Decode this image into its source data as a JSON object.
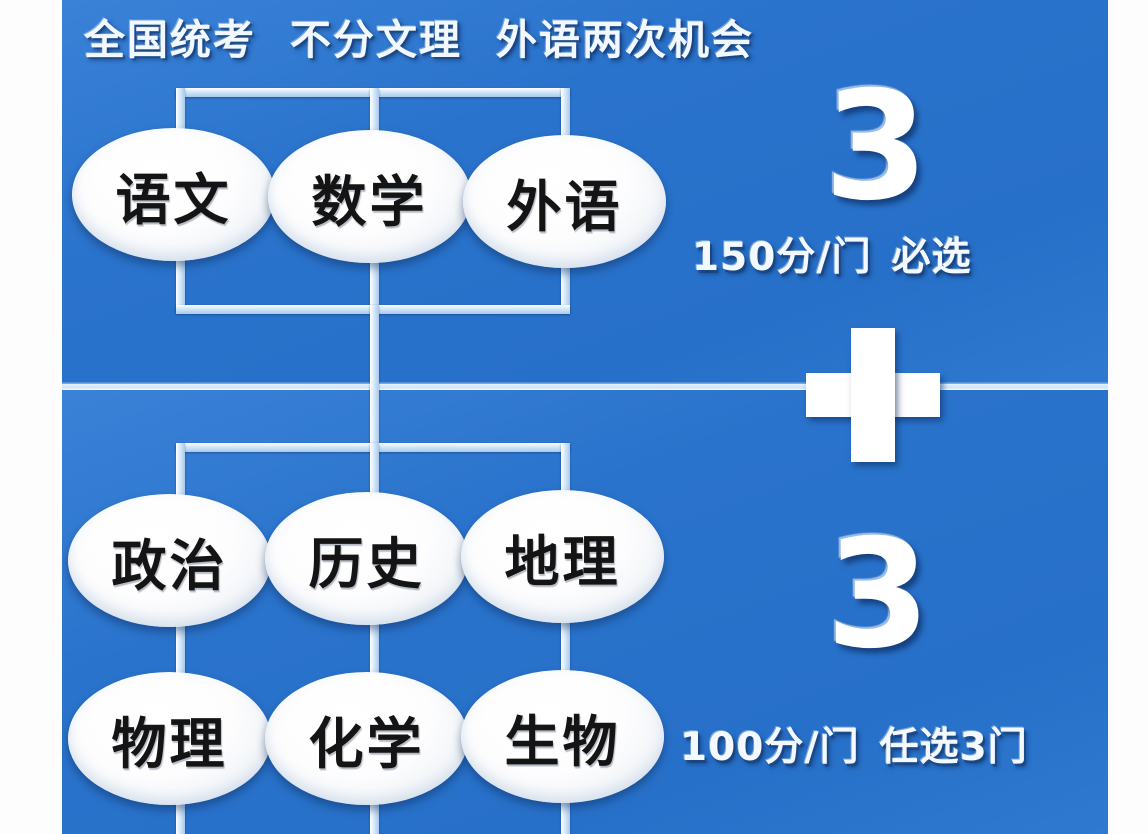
{
  "header": {
    "parts": [
      "全国统考",
      "不分文理",
      "外语两次机会"
    ],
    "full": "全国统考 不分文理 外语两次机会"
  },
  "colors": {
    "panel_blue": "#2a73cc",
    "panel_blue_light": "#3a82d8",
    "node_white": "#ffffff",
    "line_blue": "#d6e8fa",
    "label_black": "#141414",
    "page_white": "#fdfdfd"
  },
  "groups": {
    "required": {
      "count": "3",
      "score_note": "150分/门",
      "rule_note": "必选",
      "subjects": [
        {
          "id": "chinese",
          "label": "语文"
        },
        {
          "id": "math",
          "label": "数学"
        },
        {
          "id": "foreign",
          "label": "外语"
        }
      ]
    },
    "elective": {
      "count": "3",
      "score_note": "100分/门",
      "rule_note": "任选3门",
      "subjects_row1": [
        {
          "id": "politics",
          "label": "政治"
        },
        {
          "id": "history",
          "label": "历史"
        },
        {
          "id": "geography",
          "label": "地理"
        }
      ],
      "subjects_row2": [
        {
          "id": "physics",
          "label": "物理"
        },
        {
          "id": "chemistry",
          "label": "化学"
        },
        {
          "id": "biology",
          "label": "生物"
        }
      ]
    }
  },
  "operator": {
    "symbol": "+",
    "name": "plus-sign"
  }
}
